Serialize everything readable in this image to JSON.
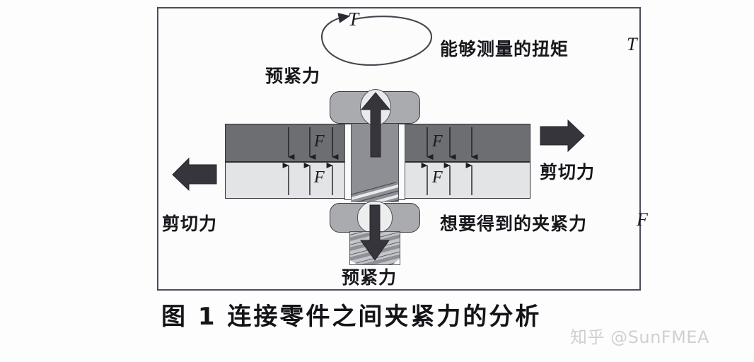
{
  "figure": {
    "caption": "图 1   连接零件之间夹紧力的分析",
    "labels": {
      "preload_top": "预紧力",
      "preload_bottom": "预紧力",
      "torque_text": "能够测量的扭矩",
      "torque_symbol": "T",
      "torque_arc_symbol": "T",
      "shear_right": "剪切力",
      "shear_left": "剪切力",
      "clamp_text": "想要得到的夹紧力",
      "clamp_symbol": "F"
    },
    "force_symbols": {
      "upper_left": "F",
      "lower_left": "F",
      "upper_right": "F",
      "lower_right": "F"
    },
    "colors": {
      "frame_border": "#4a4d5c",
      "plate_dark": "#6d6e72",
      "plate_light": "#e3e4e6",
      "bolt_body": "#a9abaf",
      "bolt_shank": "#8d8f94",
      "arrow_fill": "#35353b",
      "page_background": "#fdfdfd",
      "watermark_color": "#cfd0d4"
    },
    "diagram_type": "engineering-cross-section",
    "description_elements": [
      "torque-arc-arrow",
      "bolt-head",
      "bolt-shank",
      "threaded-bolt-tail",
      "nut",
      "upper-dark-plate-pair",
      "lower-light-plate-pair",
      "shear-arrow-left",
      "shear-arrow-right",
      "preload-arrow-up",
      "preload-arrow-down",
      "clamping-force-arrows"
    ]
  },
  "watermark": {
    "text": "知乎 @SunFMEA"
  }
}
